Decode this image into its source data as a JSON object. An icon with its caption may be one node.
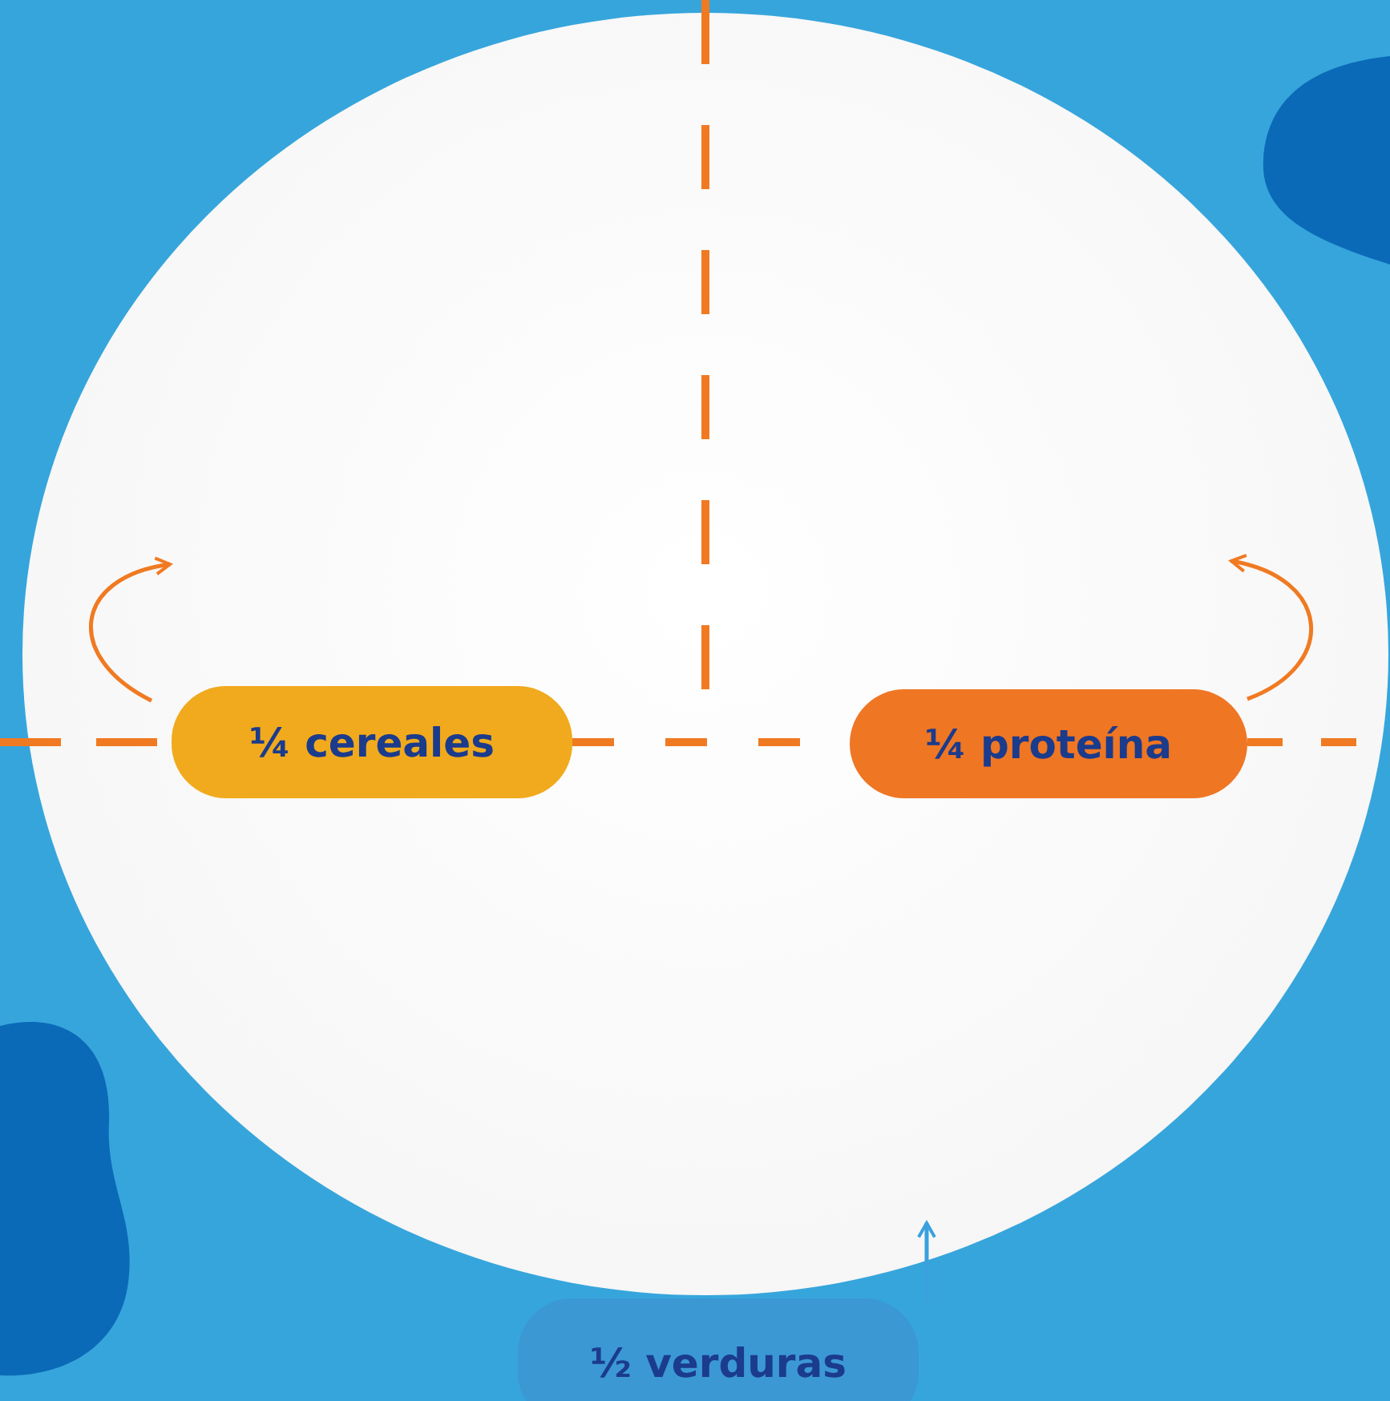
{
  "diagram": {
    "nodes": [
      {
        "text": [],
        "shape": "picture"
      },
      {
        "text": [
          "¼ cereales"
        ],
        "in": 0
      },
      {
        "text": [
          "¼ proteína"
        ],
        "in": 0
      },
      {
        "text": [
          "½ verduras"
        ]
      }
    ],
    "edges": [
      {
        "from": 1,
        "to": null,
        "arrow": "to"
      },
      {
        "from": 2,
        "to": null,
        "arrow": "to"
      },
      {
        "from": 3,
        "to": null,
        "arrow": "to",
        "color": "#3aa0de"
      }
    ]
  }
}
